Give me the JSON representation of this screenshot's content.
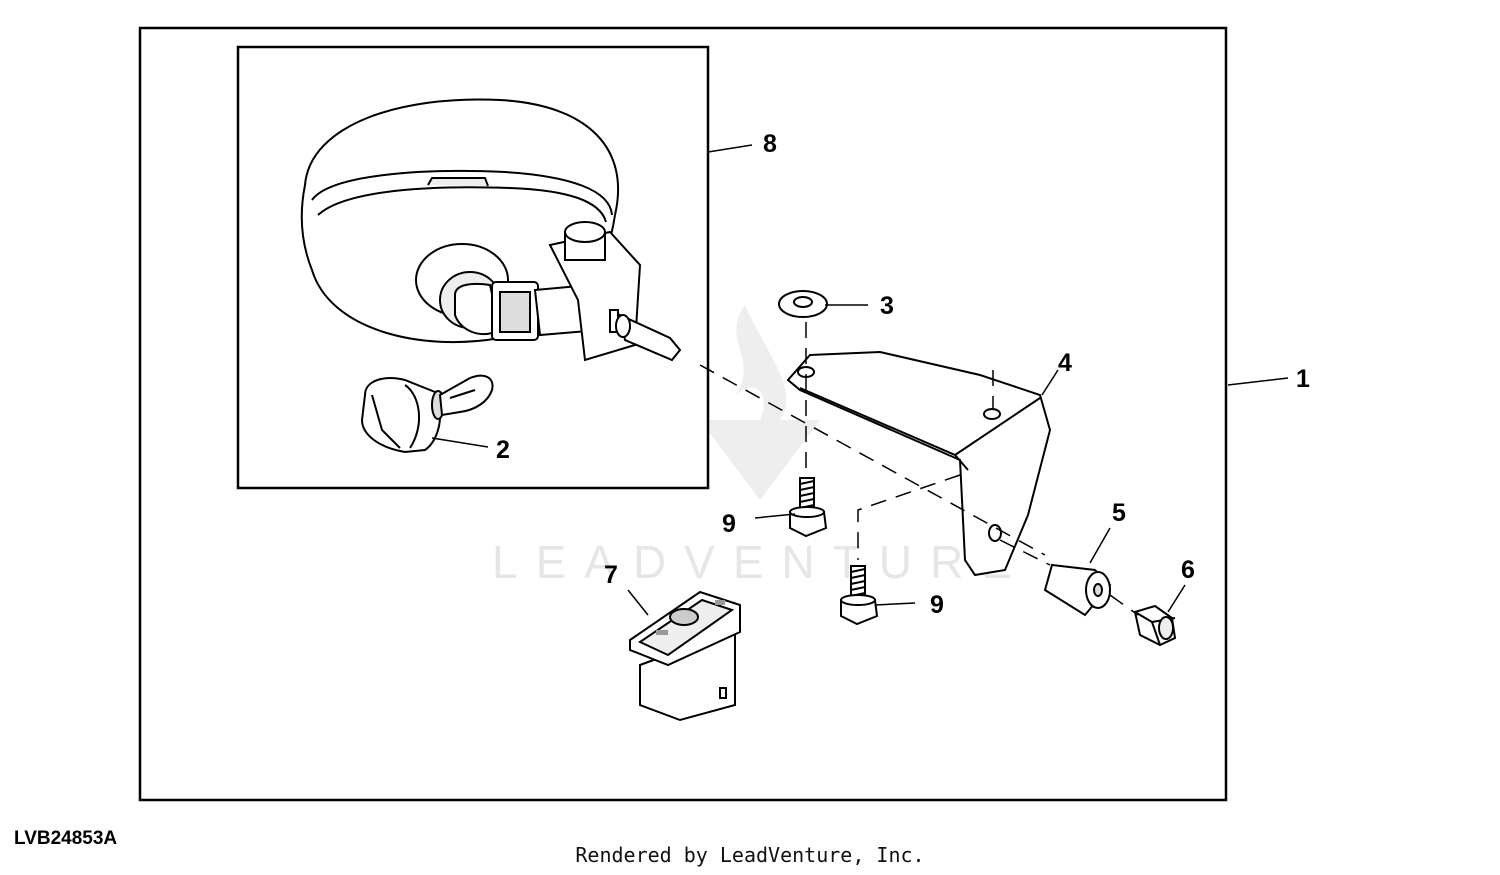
{
  "watermark": {
    "text": "LEADVENTURE"
  },
  "callouts": {
    "c1": "1",
    "c2": "2",
    "c3": "3",
    "c4": "4",
    "c5": "5",
    "c6": "6",
    "c7": "7",
    "c8": "8",
    "c9a": "9",
    "c9b": "9"
  },
  "figure_id": "LVB24853A",
  "footer": "Rendered by LeadVenture, Inc.",
  "colors": {
    "line": "#000000",
    "part_fill": "#ffffff",
    "shade": "#d9d9d9",
    "watermark": "#e4e4e4"
  }
}
